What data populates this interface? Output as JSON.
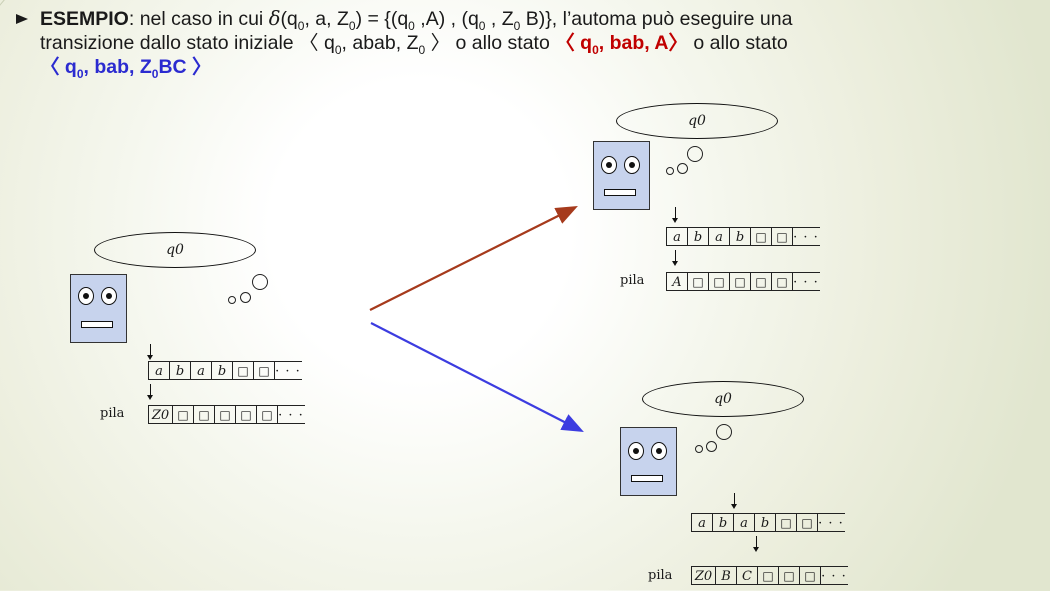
{
  "header": {
    "kw": "ESEMPIO",
    "p1": ": nel caso in cui ",
    "delta": "δ",
    "p2": "(q",
    "s0a": "0",
    "p3": ", a, Z",
    "s0b": "0",
    "p4": ") = {(q",
    "s0c": "0",
    "p5": " ,A) , (q",
    "s0d": "0",
    "p6": " , Z",
    "s0e": "0",
    "p7": " B)}, l’automa può eseguire una",
    "l2a": "transizione dallo stato iniziale  〈 q",
    "l2s1": "0",
    "l2b": ", abab, Z",
    "l2s2": "0",
    "l2c": " 〉  o allo stato  ",
    "red1": "〈 q",
    "red_s": "0",
    "red2": ", bab, A〉",
    "l2d": "  o allo stato",
    "blue1": "〈 q",
    "blue_s1": "0",
    "blue2": ", bab, Z",
    "blue_s2": "0",
    "blue3": "BC 〉"
  },
  "machines": {
    "initial": {
      "state": "q0",
      "input_tape": [
        "a",
        "b",
        "a",
        "b",
        "□",
        "□",
        "· · ·"
      ],
      "stack_label": "pila",
      "stack_tape": [
        "Z0",
        "□",
        "□",
        "□",
        "□",
        "□",
        "· · ·"
      ]
    },
    "top": {
      "state": "q0",
      "input_tape": [
        "a",
        "b",
        "a",
        "b",
        "□",
        "□",
        "· · ·"
      ],
      "stack_label": "pila",
      "stack_tape": [
        "A",
        "□",
        "□",
        "□",
        "□",
        "□",
        "· · ·"
      ]
    },
    "bottom": {
      "state": "q0",
      "input_tape": [
        "a",
        "b",
        "a",
        "b",
        "□",
        "□",
        "· · ·"
      ],
      "stack_label": "pila",
      "stack_tape": [
        "Z0",
        "B",
        "C",
        "□",
        "□",
        "□",
        "· · ·"
      ]
    }
  },
  "colors": {
    "red_arrow": "#a63a1c",
    "blue_arrow": "#3c3ce0",
    "robot_fill": "#c7d3ed"
  }
}
